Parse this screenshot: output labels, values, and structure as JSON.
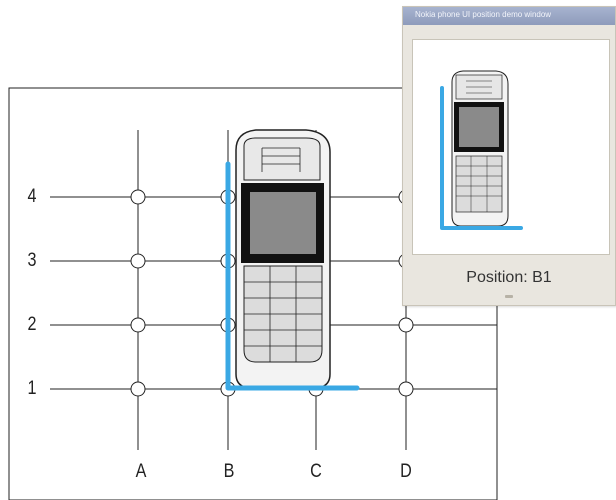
{
  "grid": {
    "row_labels": [
      "4",
      "3",
      "2",
      "1"
    ],
    "column_labels": [
      "A",
      "B",
      "C",
      "D"
    ]
  },
  "popup": {
    "title": "Nokia phone UI position demo window",
    "position_text": "Position: B1"
  },
  "colors": {
    "highlight": "#3aa8e4",
    "grid_line": "#222222",
    "phone_body": "#f2f2f2",
    "phone_screen": "#8c8c8c",
    "keypad": "#dcdcdc"
  },
  "icons": [
    "phone-illustration",
    "position-marker-l-bracket"
  ]
}
